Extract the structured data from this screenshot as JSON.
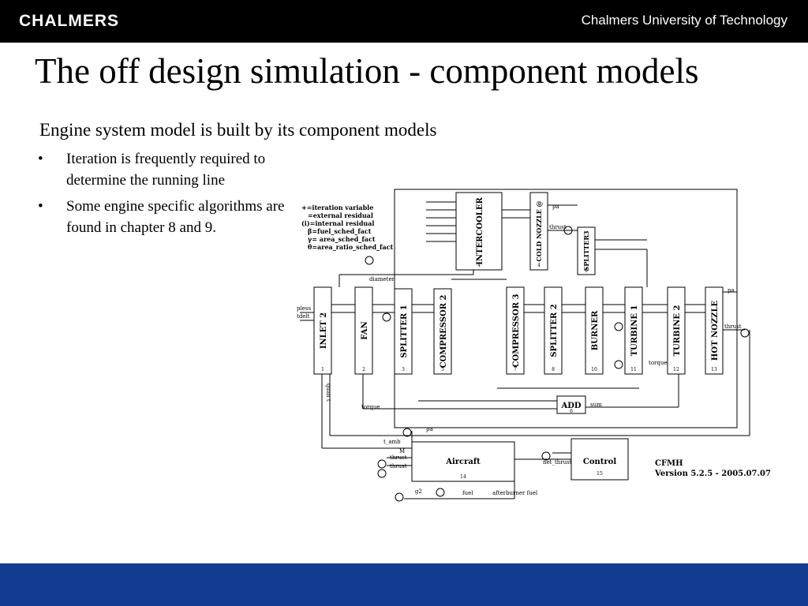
{
  "header": {
    "logo": "CHALMERS",
    "university": "Chalmers University of Technology"
  },
  "slide": {
    "title": "The off design simulation - component models",
    "subtitle": "Engine system model is built by its component models",
    "bullets": [
      "Iteration is frequently required to determine the running line",
      "Some engine specific algorithms are found in chapter 8 and 9."
    ]
  },
  "diagram": {
    "legend": [
      "+=iteration variable",
      "=external residual",
      "(i)=internal residual",
      "β=fuel_sched_fact",
      "γ= area_sched_fact",
      "θ=area_ratio_sched_fact"
    ],
    "blocks": [
      {
        "label": "INLET 2",
        "num": "1"
      },
      {
        "label": "FAN",
        "num": "2"
      },
      {
        "label": "SPLITTER 1",
        "num": "3"
      },
      {
        "label": "COMPRESSOR 2",
        "num": "5"
      },
      {
        "label": "INTERCOOLER",
        "num": "4"
      },
      {
        "label": "COLD NOZZLE @",
        "num": "4"
      },
      {
        "label": "COMPRESSOR 3",
        "num": "7"
      },
      {
        "label": "SPLITTER 2",
        "num": "8"
      },
      {
        "label": "SPLITTER3",
        "num": "9"
      },
      {
        "label": "BURNER",
        "num": "10"
      },
      {
        "label": "TURBINE 1",
        "num": "11"
      },
      {
        "label": "TURBINE 2",
        "num": "12"
      },
      {
        "label": "HOT NOZZLE",
        "num": "13"
      },
      {
        "label": "ADD",
        "num": "6"
      },
      {
        "label": "Aircraft",
        "num": "14"
      },
      {
        "label": "Control",
        "num": "15"
      }
    ],
    "signals": {
      "diameter": "diameter",
      "torque": "torque",
      "thrust": "thrust",
      "pa": "pa",
      "t_amb": "t_amb",
      "M": "M",
      "fuel": "fuel",
      "afterburner_fuel": "afterburner fuel",
      "net_thrust": "net_thrust",
      "sum": "sum",
      "pless": "pless",
      "tdelt": "tdelt",
      "g2": "g2",
      "quant": "quan t"
    },
    "version": [
      "CFMH",
      "Version 5.2.5 - 2005.07.07"
    ]
  }
}
